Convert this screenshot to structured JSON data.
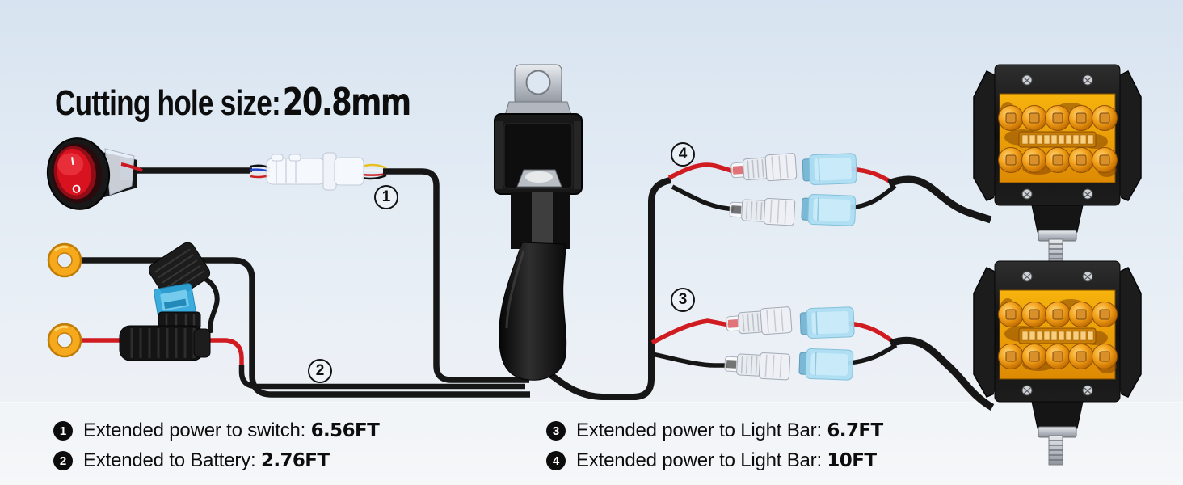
{
  "title": {
    "label": "Cutting hole size:",
    "value": "20.8mm"
  },
  "switch": {
    "on_mark": "I",
    "off_mark": "O"
  },
  "wire_tags": {
    "t1": "1",
    "t2": "2",
    "t3": "3",
    "t4": "4"
  },
  "legend": {
    "items": [
      {
        "num": "1",
        "label": "Extended power to switch:",
        "value": "6.56FT"
      },
      {
        "num": "2",
        "label": "Extended to Battery:",
        "value": "2.76FT"
      },
      {
        "num": "3",
        "label": "Extended power to Light Bar:",
        "value": "6.7FT"
      },
      {
        "num": "4",
        "label": "Extended power to Light Bar:",
        "value": "10FT"
      }
    ]
  },
  "colors": {
    "background_top": "#d7e3f0",
    "background_bottom": "#f2f5f8",
    "wire_black": "#161616",
    "wire_red": "#d01b20",
    "ring_terminal_yellow": "#f6a91c",
    "fuse_blue": "#2fa8dd",
    "connector_blue": "#aedcf0",
    "lens_amber": "#f3a50a",
    "switch_red": "#d8121f",
    "text_black": "#0d0d0d"
  }
}
